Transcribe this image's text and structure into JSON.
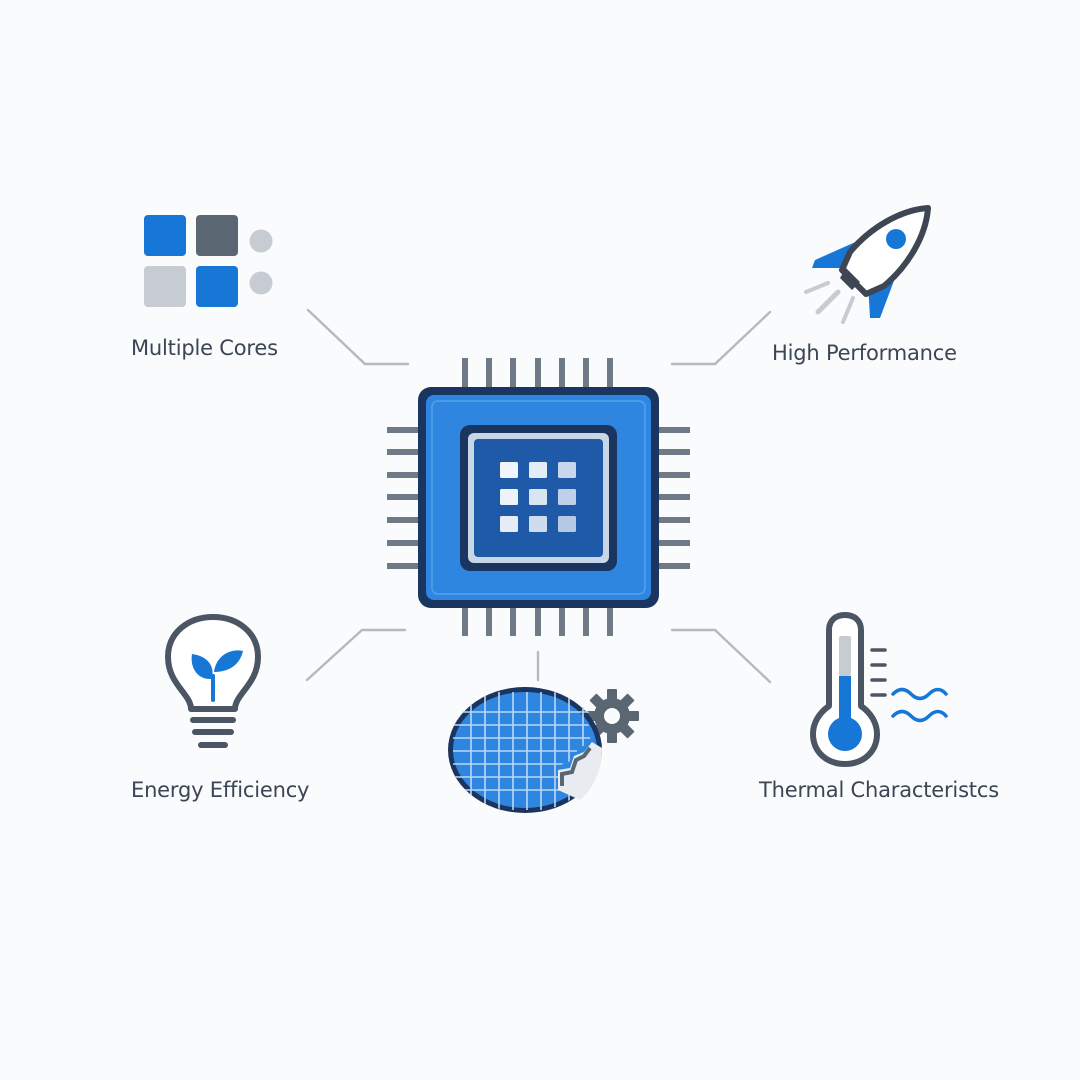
{
  "features": {
    "multiple_cores": "Multiple Cores",
    "high_performance": "High Performance",
    "energy_efficiency": "Energy Efficiency",
    "thermal_characteristics": "Thermal Characteristcs"
  },
  "icons": {
    "center": "processor-chip-icon",
    "top_left": "multiple-cores-icon",
    "top_right": "rocket-icon",
    "bottom_left": "lightbulb-leaf-icon",
    "bottom_center": "silicon-wafer-gear-icon",
    "bottom_right": "thermometer-icon"
  },
  "colors": {
    "background": "#fafbfc",
    "accent_blue": "#1677d6",
    "chip_blue": "#2f86e0",
    "dark_navy": "#16305a",
    "slate": "#5b6673",
    "light_gray": "#c7ccd3",
    "connector": "#b3bac2",
    "text": "#3b4654"
  }
}
